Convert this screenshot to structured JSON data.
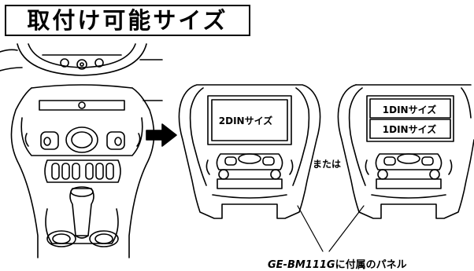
{
  "title": "取付け可能サイズ",
  "labels": {
    "din2": "2DINサイズ",
    "din1_top": "1DINサイズ",
    "din1_bottom": "1DINサイズ",
    "or": "または"
  },
  "caption": {
    "model": "GE-BM111G",
    "suffix": "に付属のパネル"
  },
  "icons": {
    "car_console": "car-center-console-illustration",
    "arrow": "right-arrow-icon",
    "panel_2din": "2din-panel-illustration",
    "panel_1din": "1din-panel-illustration",
    "pointer": "pointer-lines"
  }
}
